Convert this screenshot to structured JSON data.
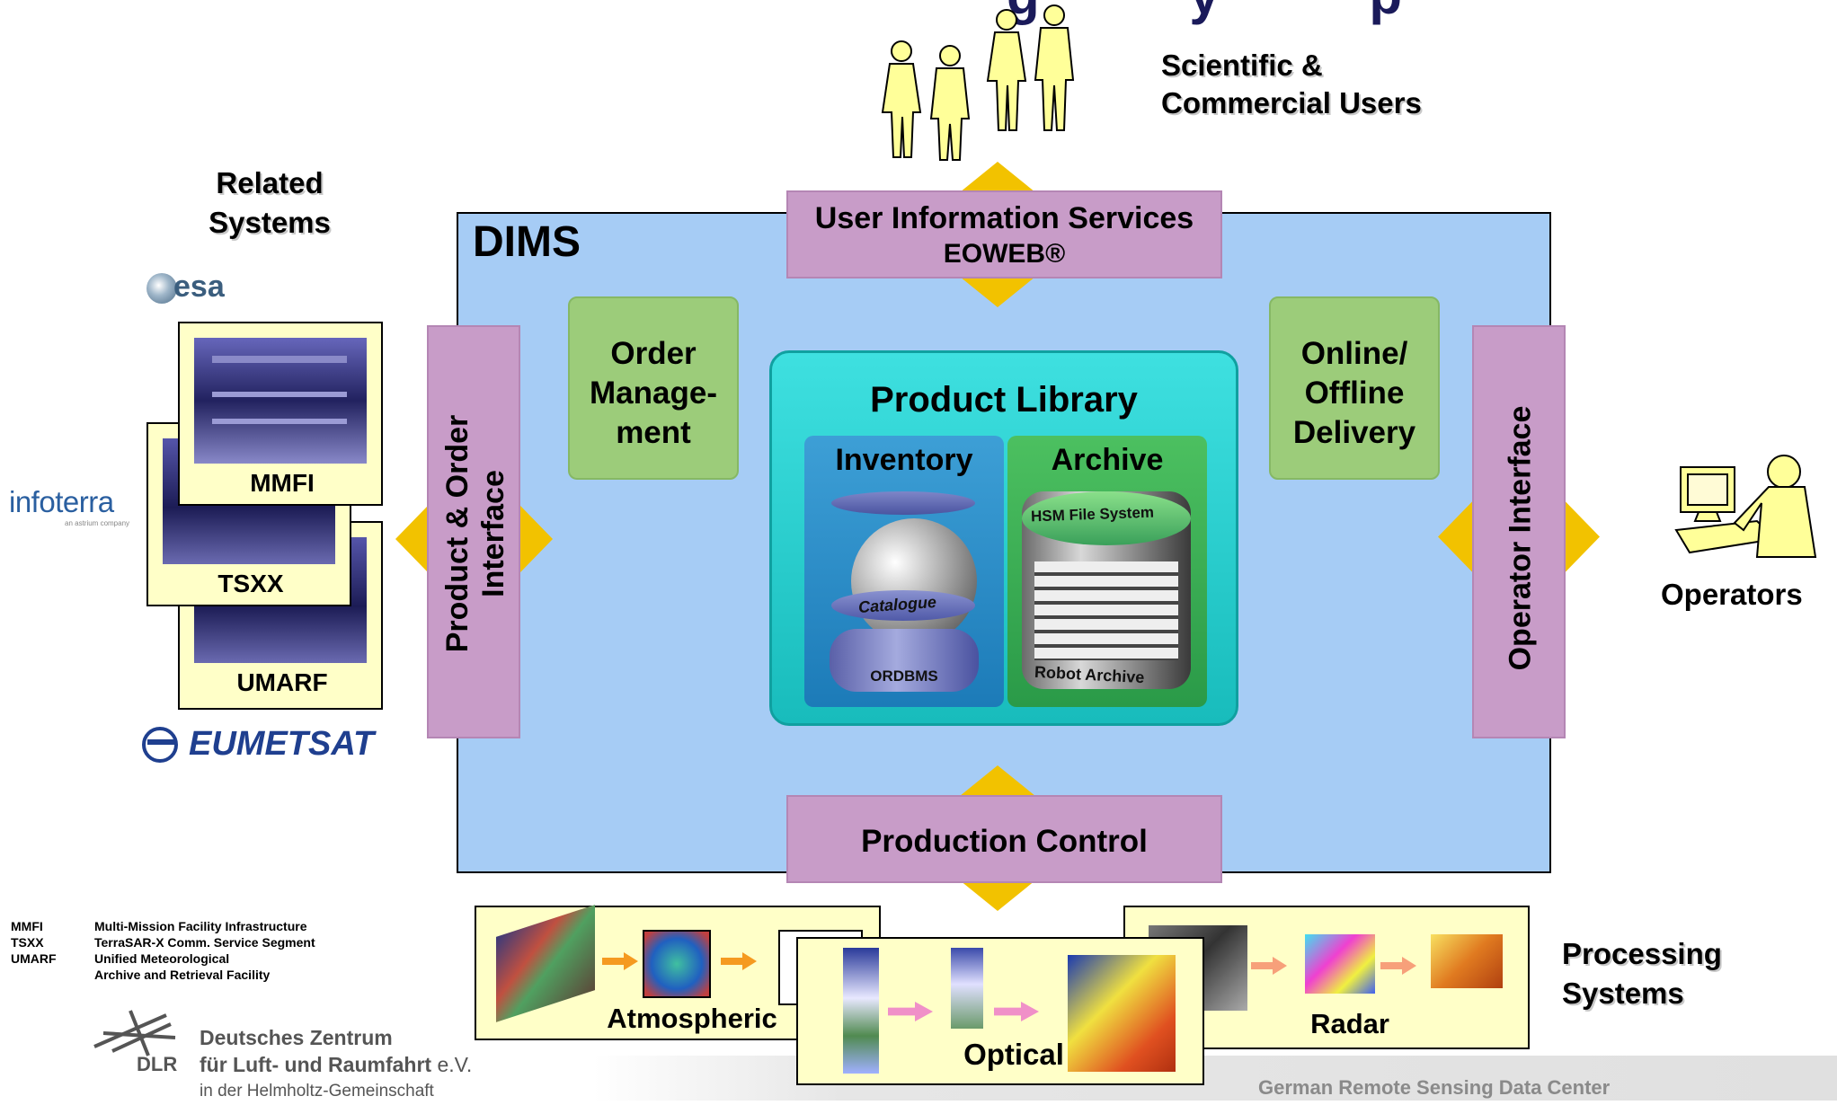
{
  "header": {
    "title_fragment": "g          y          p"
  },
  "users": {
    "label_line1": "Scientific &",
    "label_line2": "Commercial Users"
  },
  "related": {
    "label_line1": "Related",
    "label_line2": "Systems",
    "esa": "esa",
    "infoterra": "infoterra",
    "infoterra_sub": "an astrium company",
    "eumetsat": "EUMETSAT",
    "boxes": [
      "MMFI",
      "TSXX",
      "UMARF"
    ]
  },
  "dims": {
    "title": "DIMS",
    "uis_line1": "User Information Services",
    "uis_line2": "EOWEB®",
    "order_mgmt": [
      "Order",
      "Manage-",
      "ment"
    ],
    "delivery": [
      "Online/",
      "Offline",
      "Delivery"
    ],
    "product_order_interface": [
      "Product & Order",
      "Interface"
    ],
    "operator_interface": "Operator Interface",
    "production_control": "Production Control",
    "product_library": {
      "title": "Product Library",
      "inventory": "Inventory",
      "archive": "Archive",
      "catalogue": "Catalogue",
      "ordbms": "ORDBMS",
      "hsm": "HSM File System",
      "robot": "Robot Archive"
    }
  },
  "operators": {
    "label": "Operators"
  },
  "processing": {
    "label_line1": "Processing",
    "label_line2": "Systems",
    "atmospheric": "Atmospheric",
    "optical": "Optical",
    "radar": "Radar"
  },
  "legend": [
    {
      "abbr": "MMFI",
      "text": "Multi-Mission Facility Infrastructure"
    },
    {
      "abbr": "TSXX",
      "text": "TerraSAR-X Comm. Service Segment"
    },
    {
      "abbr": "UMARF",
      "text": "Unified Meteorological"
    },
    {
      "abbr": "",
      "text": "Archive and Retrieval Facility"
    }
  ],
  "dlr": {
    "line1": "Deutsches Zentrum",
    "line2": "für Luft- und Raumfahrt",
    "line2_suffix": "e.V.",
    "line3": "in der Helmholtz-Gemeinschaft",
    "abbr": "DLR"
  },
  "footer": {
    "center": "German Remote Sensing Data Center"
  },
  "colors": {
    "dims_bg": "#a6ccf5",
    "pink": "#c89cc8",
    "green": "#9ccc7a",
    "yellow": "#f2c200",
    "teal": "#1ec8c8"
  }
}
